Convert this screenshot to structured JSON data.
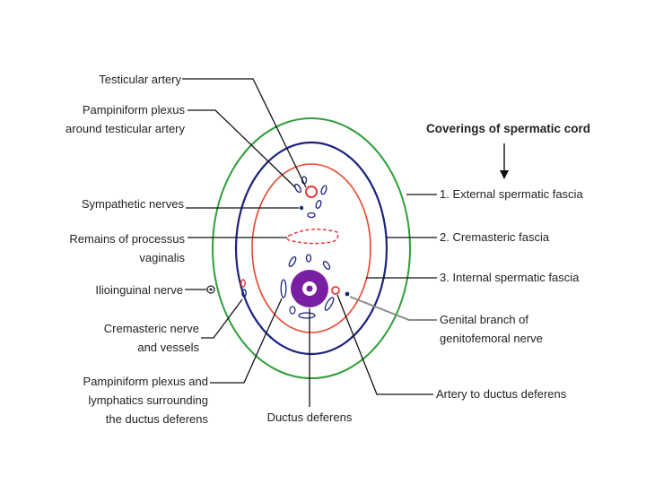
{
  "diagram": {
    "heading": "Coverings of spermatic cord",
    "left_labels": {
      "testicular_artery": [
        "Testicular artery"
      ],
      "pampiniform_plexus": [
        "Pampiniform plexus",
        "around testicular artery"
      ],
      "sympathetic_nerves": [
        "Sympathetic nerves"
      ],
      "processus_vaginalis": [
        "Remains of processus",
        "vaginalis"
      ],
      "ilioinguinal_nerve": [
        "Ilioinguinal nerve"
      ],
      "cremasteric_nerve": [
        "Cremasteric nerve",
        "and vessels"
      ],
      "pampiniform_lymphatics": [
        "Pampiniform plexus and",
        "lymphatics surrounding",
        "the ductus deferens"
      ]
    },
    "right_labels": {
      "external_fascia": "1. External spermatic fascia",
      "cremasteric_fascia": "2. Cremasteric fascia",
      "internal_fascia": "3. Internal spermatic fascia",
      "genital_branch": [
        "Genital branch of",
        "genitofemoral nerve"
      ],
      "artery_ductus": "Artery to ductus deferens"
    },
    "bottom_label": "Ductus deferens",
    "colors": {
      "external_fascia": "#2e9e3a",
      "cremasteric_fascia": "#1a237e",
      "internal_fascia": "#e8452c",
      "ductus": "#7b1fa2",
      "vessel_outline": "#1a237e",
      "red_vessel": "#e53935",
      "leader": "#111111",
      "genital_leader": "#8a8a8a"
    }
  }
}
